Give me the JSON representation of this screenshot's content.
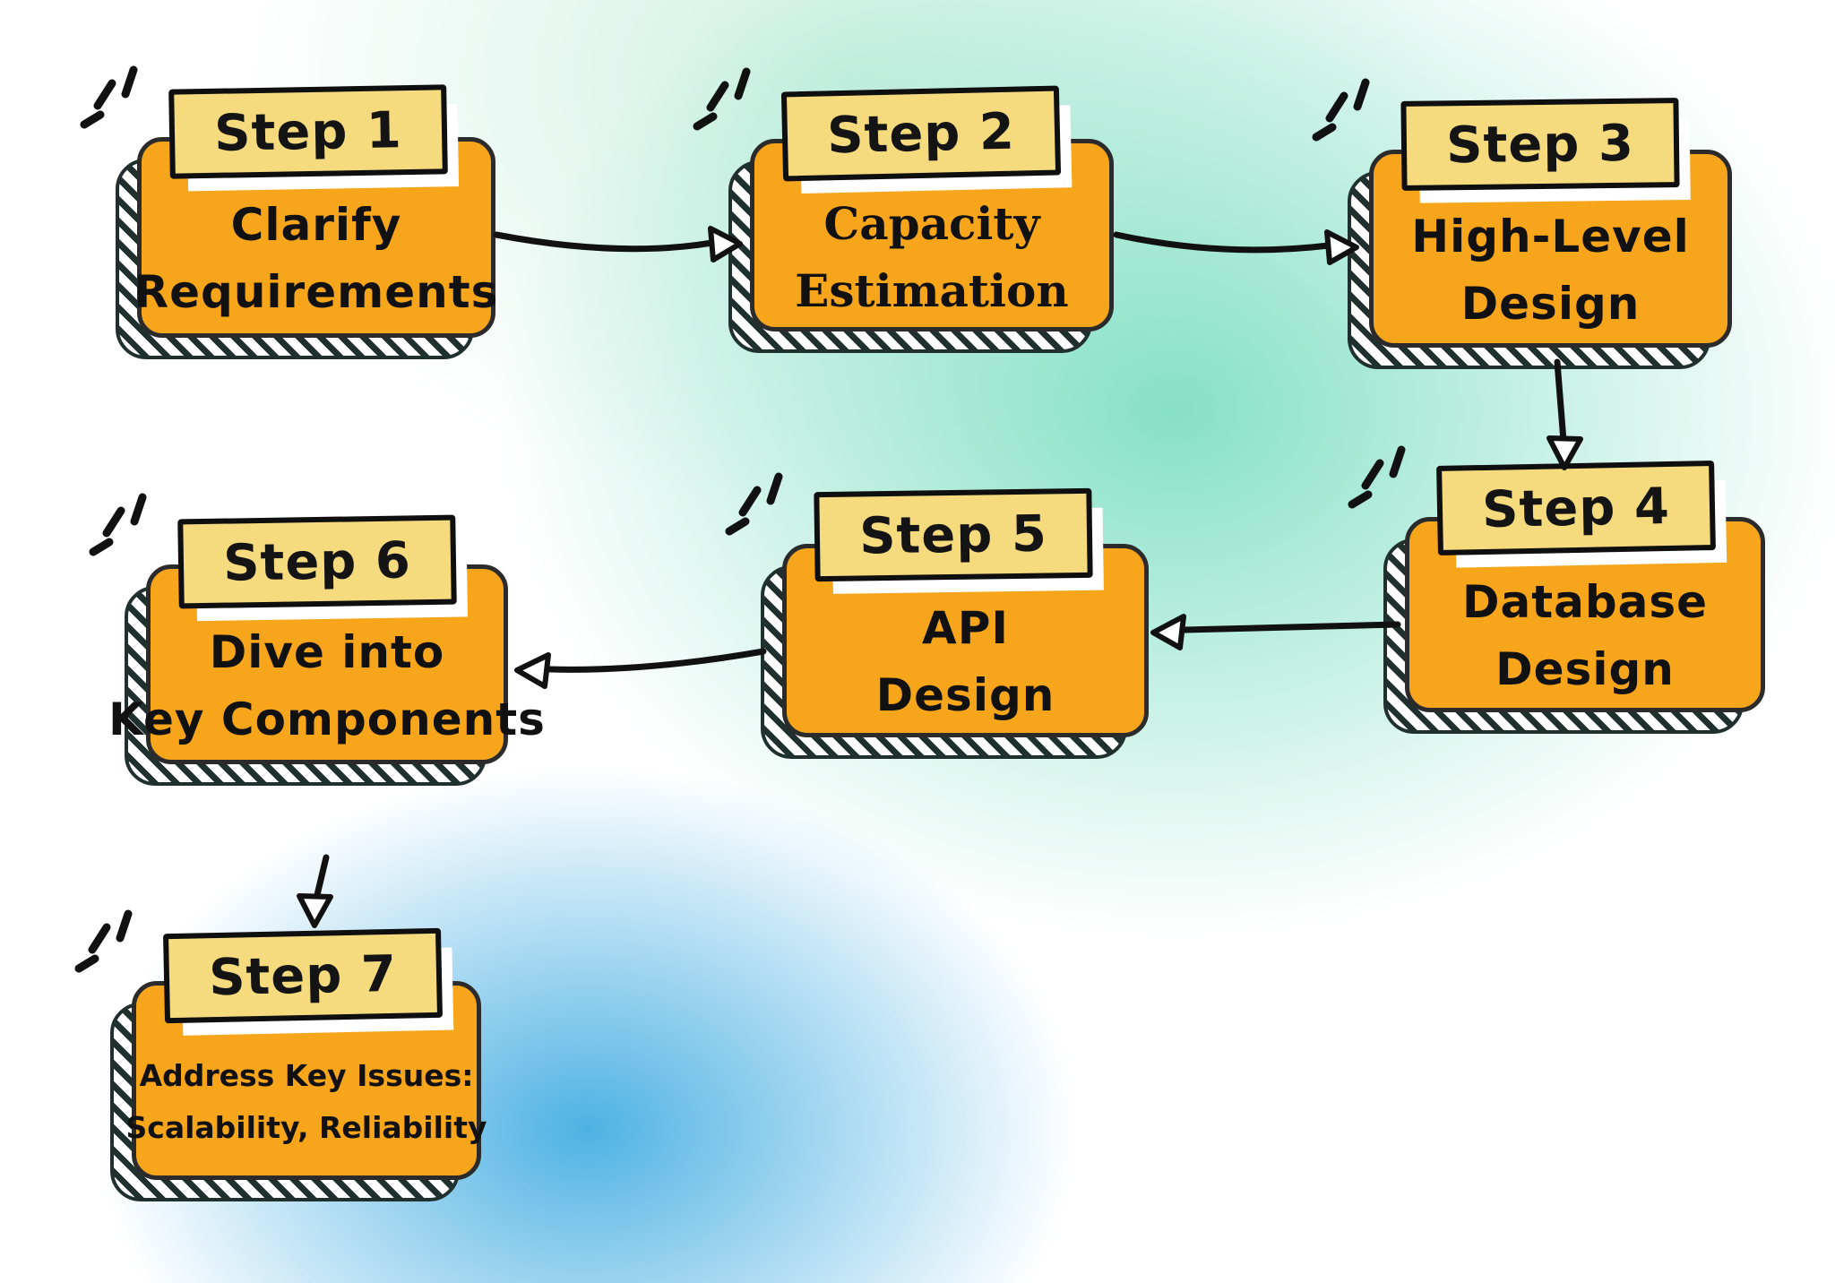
{
  "palette": {
    "card_fill": "#f7a51b",
    "tag_fill": "#f5db7e",
    "outline": "#1f1f1f",
    "text": "#111111",
    "arrow_head_fill": "#ffffff",
    "background_teal": "#7fdfc3",
    "background_blue": "#45aee2",
    "background_base": "#ffffff"
  },
  "steps": [
    {
      "label": "Step 1",
      "lines": [
        "Clarify",
        "Requirements"
      ]
    },
    {
      "label": "Step 2",
      "lines": [
        "Capacity",
        "Estimation"
      ]
    },
    {
      "label": "Step 3",
      "lines": [
        "High-Level",
        "Design"
      ]
    },
    {
      "label": "Step 4",
      "lines": [
        "Database",
        "Design"
      ]
    },
    {
      "label": "Step 5",
      "lines": [
        "API",
        "Design"
      ]
    },
    {
      "label": "Step 6",
      "lines": [
        "Dive into",
        "Key Components"
      ]
    },
    {
      "label": "Step 7",
      "lines": [
        "Address Key Issues:",
        "Scalability, Reliability"
      ]
    }
  ],
  "arrows": [
    {
      "from": "Step 1",
      "to": "Step 2"
    },
    {
      "from": "Step 2",
      "to": "Step 3"
    },
    {
      "from": "Step 3",
      "to": "Step 4"
    },
    {
      "from": "Step 4",
      "to": "Step 5"
    },
    {
      "from": "Step 5",
      "to": "Step 6"
    },
    {
      "from": "Step 6",
      "to": "Step 7"
    }
  ]
}
